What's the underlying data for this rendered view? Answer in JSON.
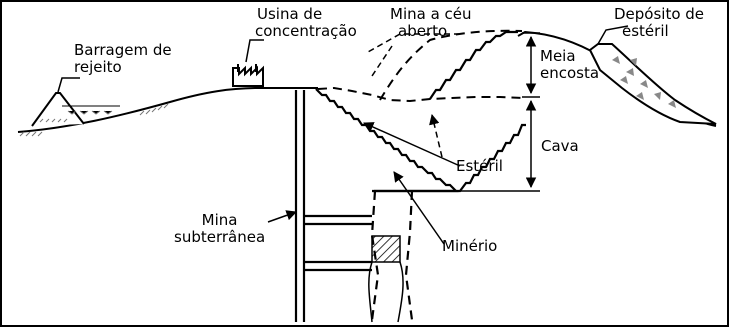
{
  "diagram": {
    "labels": {
      "tailings_dam": [
        "Barragem de",
        "rejeito"
      ],
      "concentration_plant": [
        "Usina de",
        "concentração"
      ],
      "open_pit": [
        "Mina a céu",
        "aberto"
      ],
      "waste_dump": [
        "Depósito de",
        "estéril"
      ],
      "half_slope": [
        "Meia",
        "encosta"
      ],
      "pit": "Cava",
      "waste": "Estéril",
      "underground": [
        "Mina",
        "subterrânea"
      ],
      "ore": "Minério"
    }
  }
}
